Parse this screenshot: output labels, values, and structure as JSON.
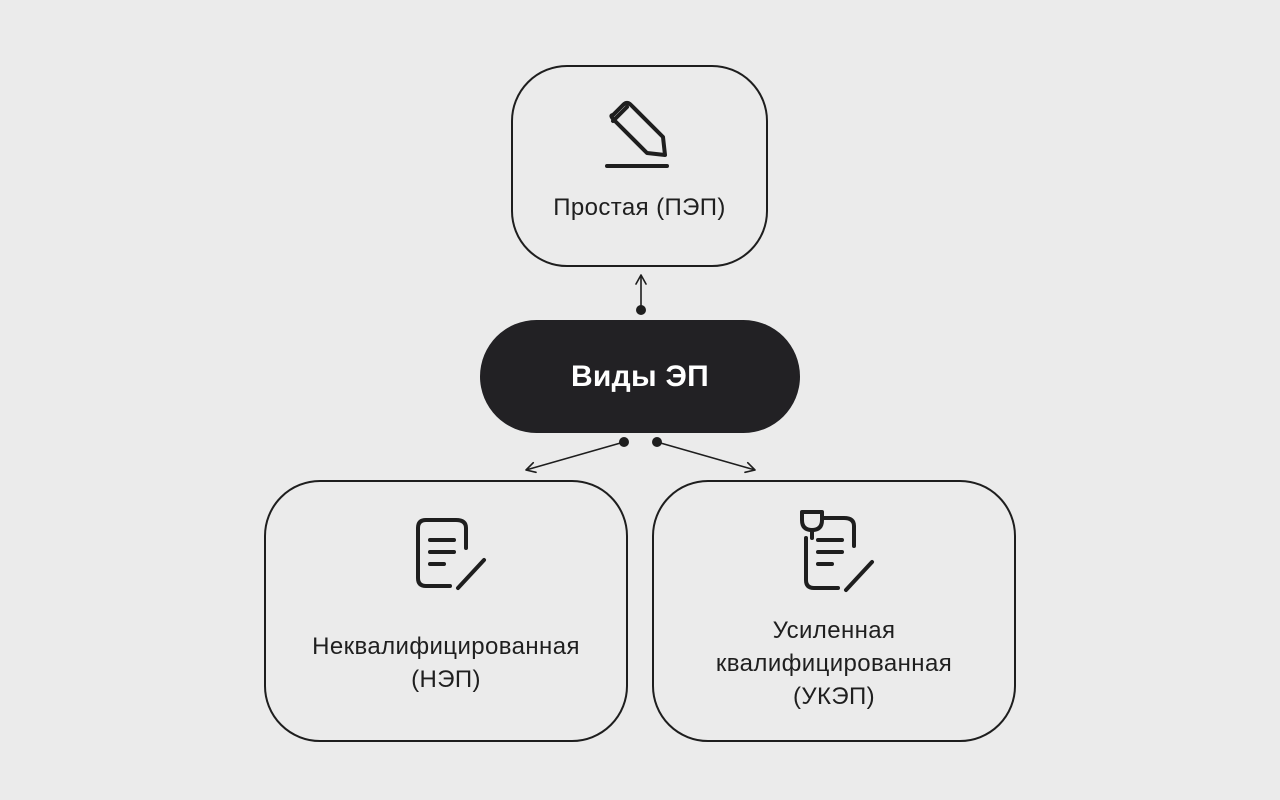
{
  "center": {
    "title": "Виды ЭП"
  },
  "types": {
    "simple": {
      "label": "Простая (ПЭП)",
      "icon": "pen-signature-icon"
    },
    "unqualified": {
      "label_lines": [
        "Неквалифицированная",
        "(НЭП)"
      ],
      "icon": "document-edit-icon"
    },
    "qualified": {
      "label_lines": [
        "Усиленная",
        "квалифицированная",
        "(УКЭП)"
      ],
      "icon": "document-stamp-icon"
    }
  },
  "colors": {
    "background": "#ebebeb",
    "stroke": "#1e1e1e",
    "pill": "#222124",
    "pill_text": "#ffffff"
  }
}
